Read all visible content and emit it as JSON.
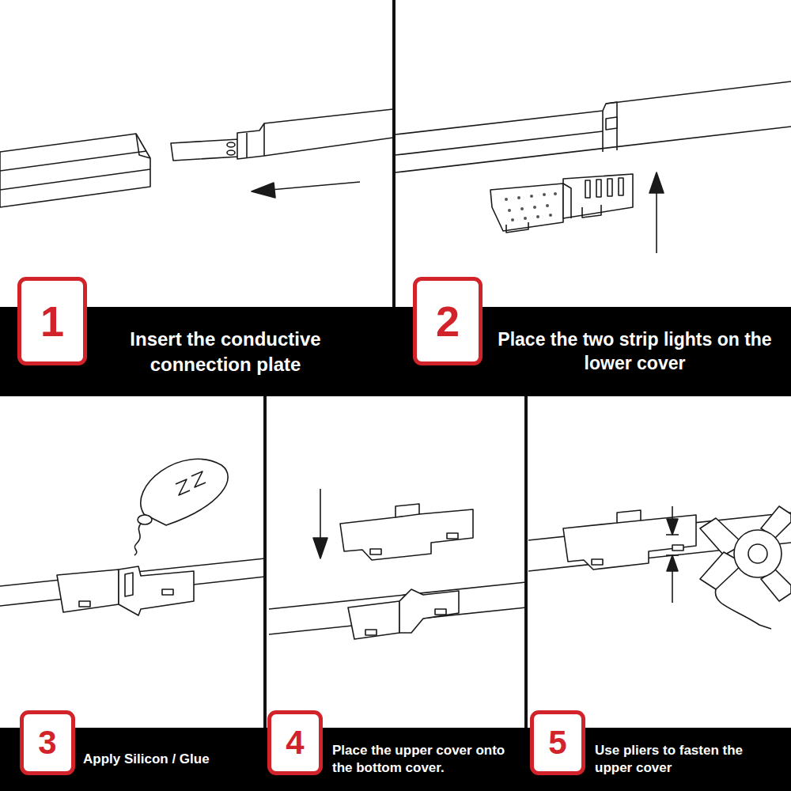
{
  "diagram": {
    "nodes": [
      {
        "text": [
          "1"
        ]
      },
      {
        "text": [
          "2"
        ]
      },
      {
        "text": [
          "3"
        ]
      },
      {
        "text": [
          "4"
        ]
      },
      {
        "text": [
          "5"
        ]
      }
    ],
    "labels": [
      "Insert the conductive connection plate",
      "Place the two strip lights on the lower cover",
      "Apply Silicon / Glue",
      "Place the upper cover onto the bottom cover.",
      "Use pliers to fasten the upper cover"
    ]
  }
}
